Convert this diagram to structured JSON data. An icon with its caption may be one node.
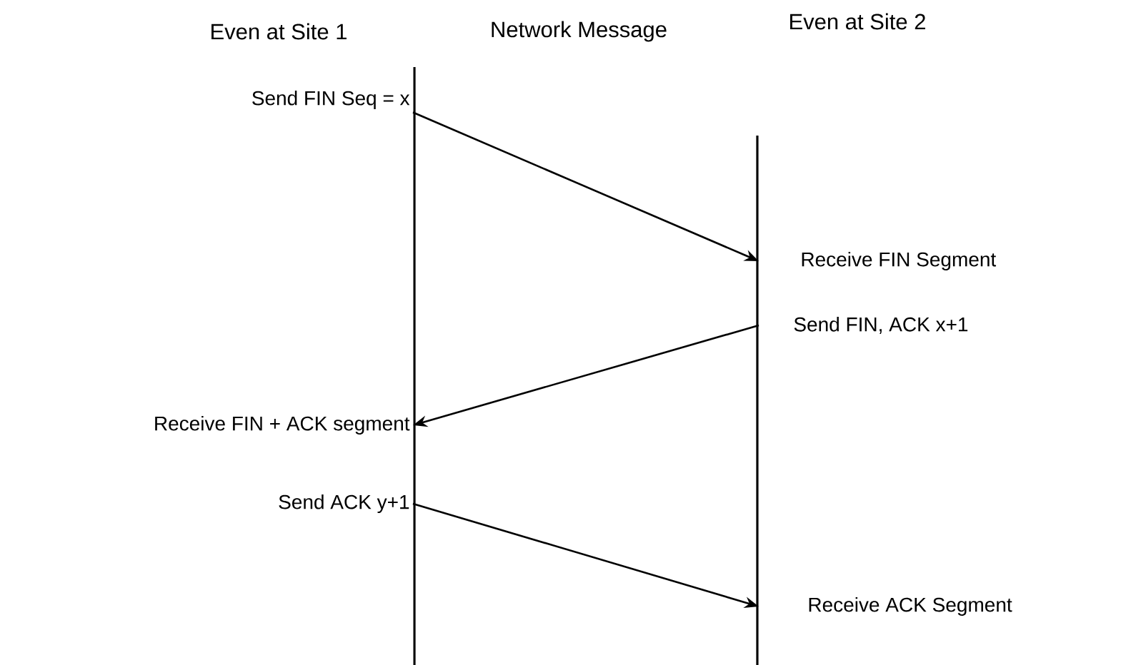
{
  "diagram": {
    "nodes": [
      {
        "text": [
          "Send FIN Seq = x"
        ]
      },
      {
        "text": [
          "Receive FIN Segment"
        ]
      },
      {
        "text": [
          "Send FIN, ACK x+1"
        ]
      },
      {
        "text": [
          "Receive FIN + ACK segment"
        ]
      },
      {
        "text": [
          "Send ACK y+1"
        ]
      },
      {
        "text": [
          "Receive ACK Segment"
        ]
      }
    ],
    "edges": [
      {
        "from": 0,
        "to": 1,
        "arrow": "to"
      },
      {
        "from": 2,
        "to": 3,
        "arrow": "to"
      },
      {
        "from": 4,
        "to": 5,
        "arrow": "to"
      }
    ],
    "labels": [
      "Even at Site 1",
      "Network Message",
      "Even at Site 2"
    ]
  }
}
